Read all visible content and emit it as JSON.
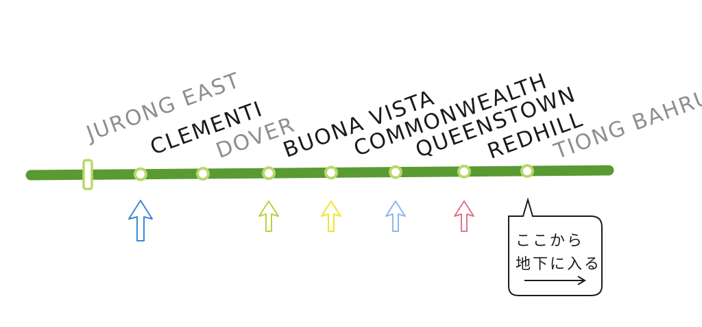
{
  "line": {
    "color": "#5a9a32",
    "station_ring_color": "#b8d86a",
    "stations": [
      {
        "name": "JURONG EAST",
        "shade": "gray",
        "marker": "interchange"
      },
      {
        "name": "CLEMENTI",
        "shade": "dark",
        "marker": "stop",
        "arrow_color": "#3a86d6"
      },
      {
        "name": "DOVER",
        "shade": "gray",
        "marker": "stop"
      },
      {
        "name": "BUONA VISTA",
        "shade": "dark",
        "marker": "stop",
        "arrow_color": "#b9d23c"
      },
      {
        "name": "COMMONWEALTH",
        "shade": "dark",
        "marker": "stop",
        "arrow_color": "#f0e531"
      },
      {
        "name": "QUEENSTOWN",
        "shade": "dark",
        "marker": "stop",
        "arrow_color": "#8ab8e8"
      },
      {
        "name": "REDHILL",
        "shade": "dark",
        "marker": "stop",
        "arrow_color": "#e8708a"
      },
      {
        "name": "TIONG BAHRU",
        "shade": "gray",
        "marker": "stop"
      }
    ]
  },
  "callout": {
    "line1": "ここから",
    "line2": "地下に入る",
    "arrow_icon": "right-arrow-icon"
  }
}
